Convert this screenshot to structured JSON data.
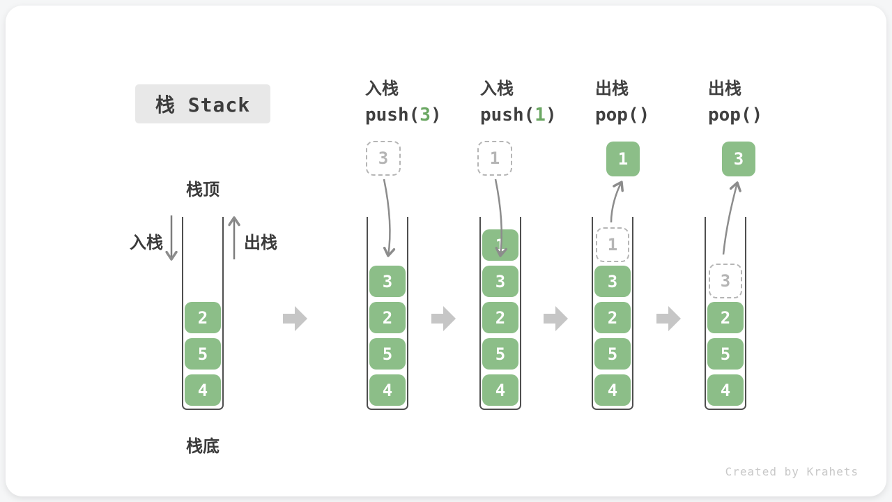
{
  "title": {
    "badge": "栈 Stack"
  },
  "labels": {
    "stack_top": "栈顶",
    "stack_bottom": "栈底",
    "push": "入栈",
    "pop": "出栈"
  },
  "operations": [
    {
      "name": "入栈",
      "code_pre": "push(",
      "code_arg": "3",
      "code_post": ")"
    },
    {
      "name": "入栈",
      "code_pre": "push(",
      "code_arg": "1",
      "code_post": ")"
    },
    {
      "name": "出栈",
      "code_pre": "pop(",
      "code_arg": "",
      "code_post": ")"
    },
    {
      "name": "出栈",
      "code_pre": "pop(",
      "code_arg": "",
      "code_post": ")"
    }
  ],
  "stacks": [
    {
      "values": [
        "2",
        "5",
        "4"
      ]
    },
    {
      "floating": "3",
      "values": [
        "3",
        "2",
        "5",
        "4"
      ]
    },
    {
      "floating": "1",
      "values": [
        "1",
        "3",
        "2",
        "5",
        "4"
      ]
    },
    {
      "popped": "1",
      "ghost": "1",
      "values": [
        "3",
        "2",
        "5",
        "4"
      ]
    },
    {
      "popped": "3",
      "ghost": "3",
      "values": [
        "2",
        "5",
        "4"
      ]
    }
  ],
  "footer": {
    "credit": "Created by Krahets"
  },
  "icons": {
    "flow_arrow": "block-arrow-right",
    "push_arrow": "arrow-down",
    "pop_arrow": "arrow-up",
    "push_curve": "curved-arrow-down",
    "pop_curve": "curved-arrow-up"
  },
  "colors": {
    "box_green": "#8CBE88",
    "arg_green": "#6BA763",
    "frame_gray": "#4F4F4F",
    "dashed_gray": "#B5B5B5",
    "curve_arrow_gray": "#8C8C8C",
    "flow_arrow_gray": "#C6C6C6",
    "text_dark": "#3C3C3C",
    "badge_bg": "#E8E8E8",
    "credit_gray": "#C8C8C8"
  }
}
